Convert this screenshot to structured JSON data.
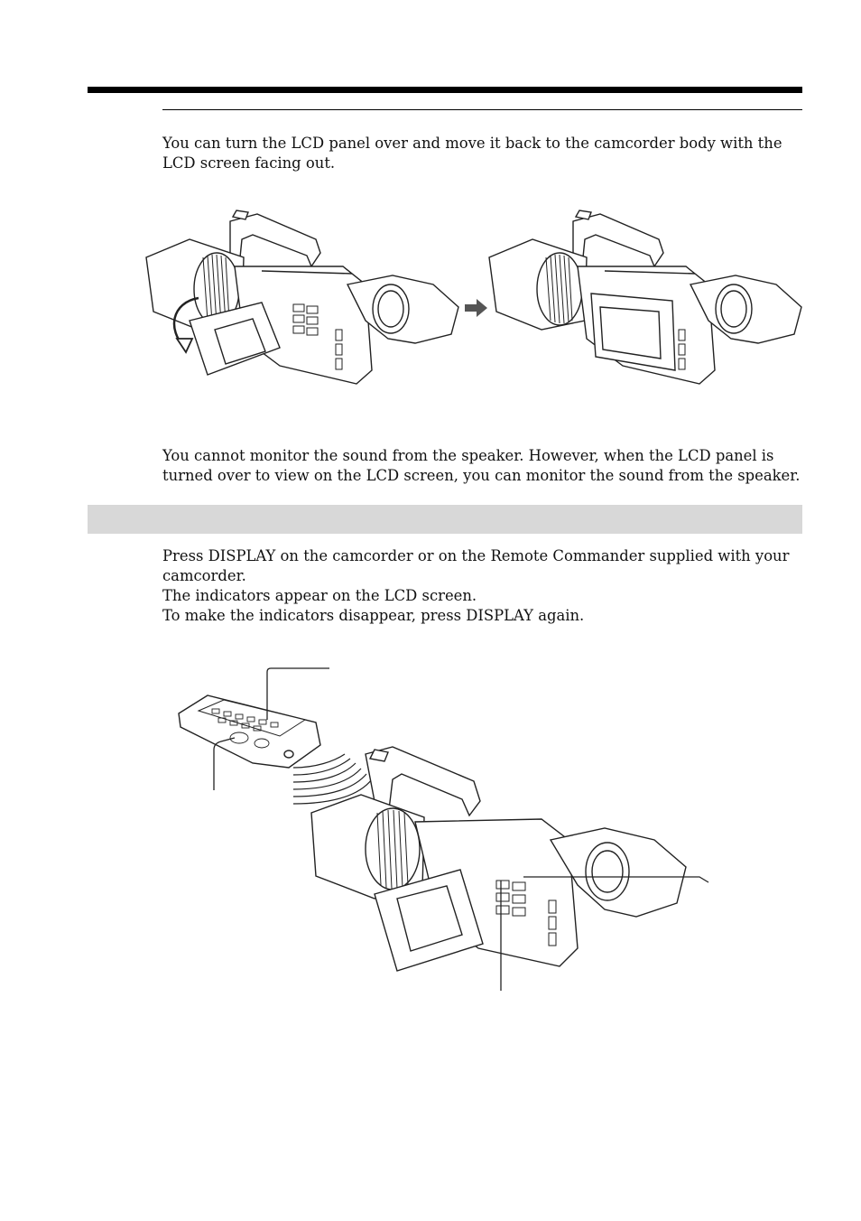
{
  "section1": {
    "paragraph": "You can turn the LCD panel over and move it back to the camcorder body with the LCD screen facing out."
  },
  "note": {
    "paragraph": "You cannot monitor the sound from the speaker. However, when the LCD panel is turned over to view on the LCD screen, you can monitor the sound from the speaker."
  },
  "section2": {
    "heading": "",
    "lines": [
      "Press DISPLAY on the camcorder or on the Remote Commander supplied with your camcorder.",
      "The indicators appear on the LCD screen.",
      "To make the indicators disappear, press DISPLAY again."
    ]
  }
}
